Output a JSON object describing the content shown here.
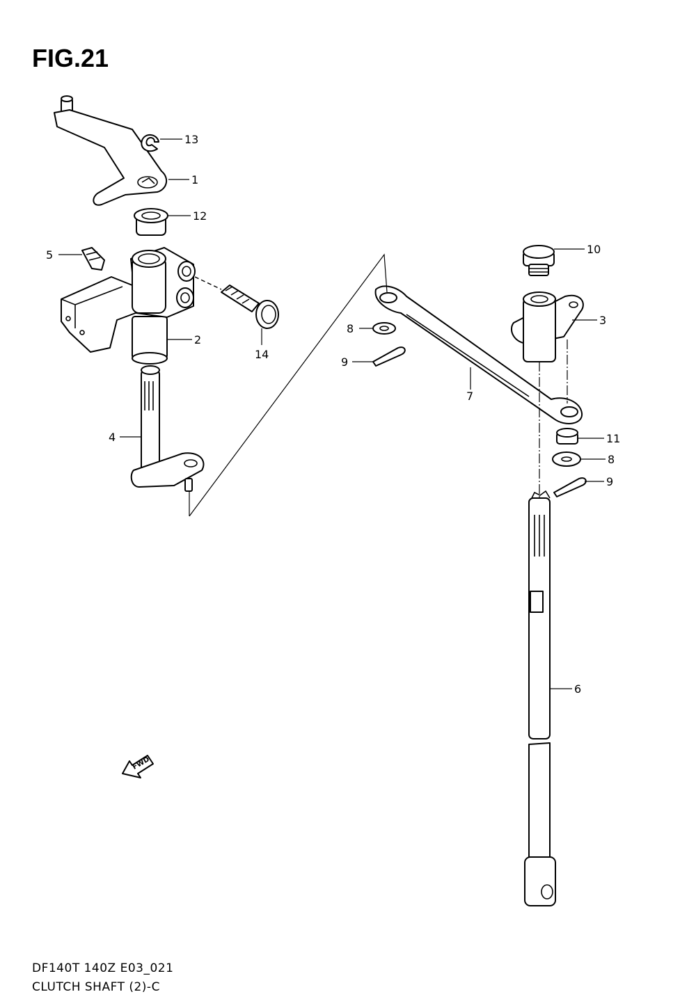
{
  "figure": {
    "title": "FIG.21",
    "code": "DF140T 140Z E03_021",
    "caption": "CLUTCH SHAFT (2)-C"
  },
  "callouts": [
    "1",
    "2",
    "3",
    "4",
    "5",
    "6",
    "7",
    "8",
    "8",
    "9",
    "9",
    "10",
    "11",
    "12",
    "13",
    "14"
  ],
  "fwd_label": "FWD"
}
